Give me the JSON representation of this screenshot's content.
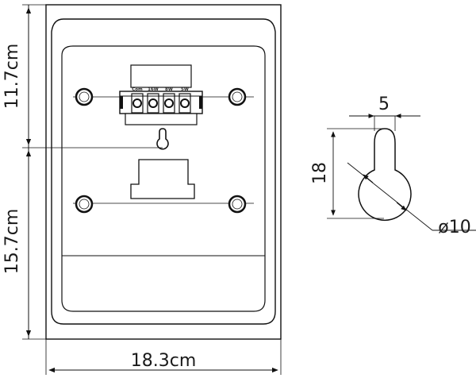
{
  "drawing": {
    "dimensions": {
      "top_height": "11.7cm",
      "bottom_height": "15.7cm",
      "width": "18.3cm"
    },
    "terminal_labels": [
      "Com",
      "16W",
      "8W",
      "5W"
    ],
    "keyhole_detail": {
      "width_label": "5",
      "height_label": "18",
      "diameter_label": "ø10"
    }
  }
}
